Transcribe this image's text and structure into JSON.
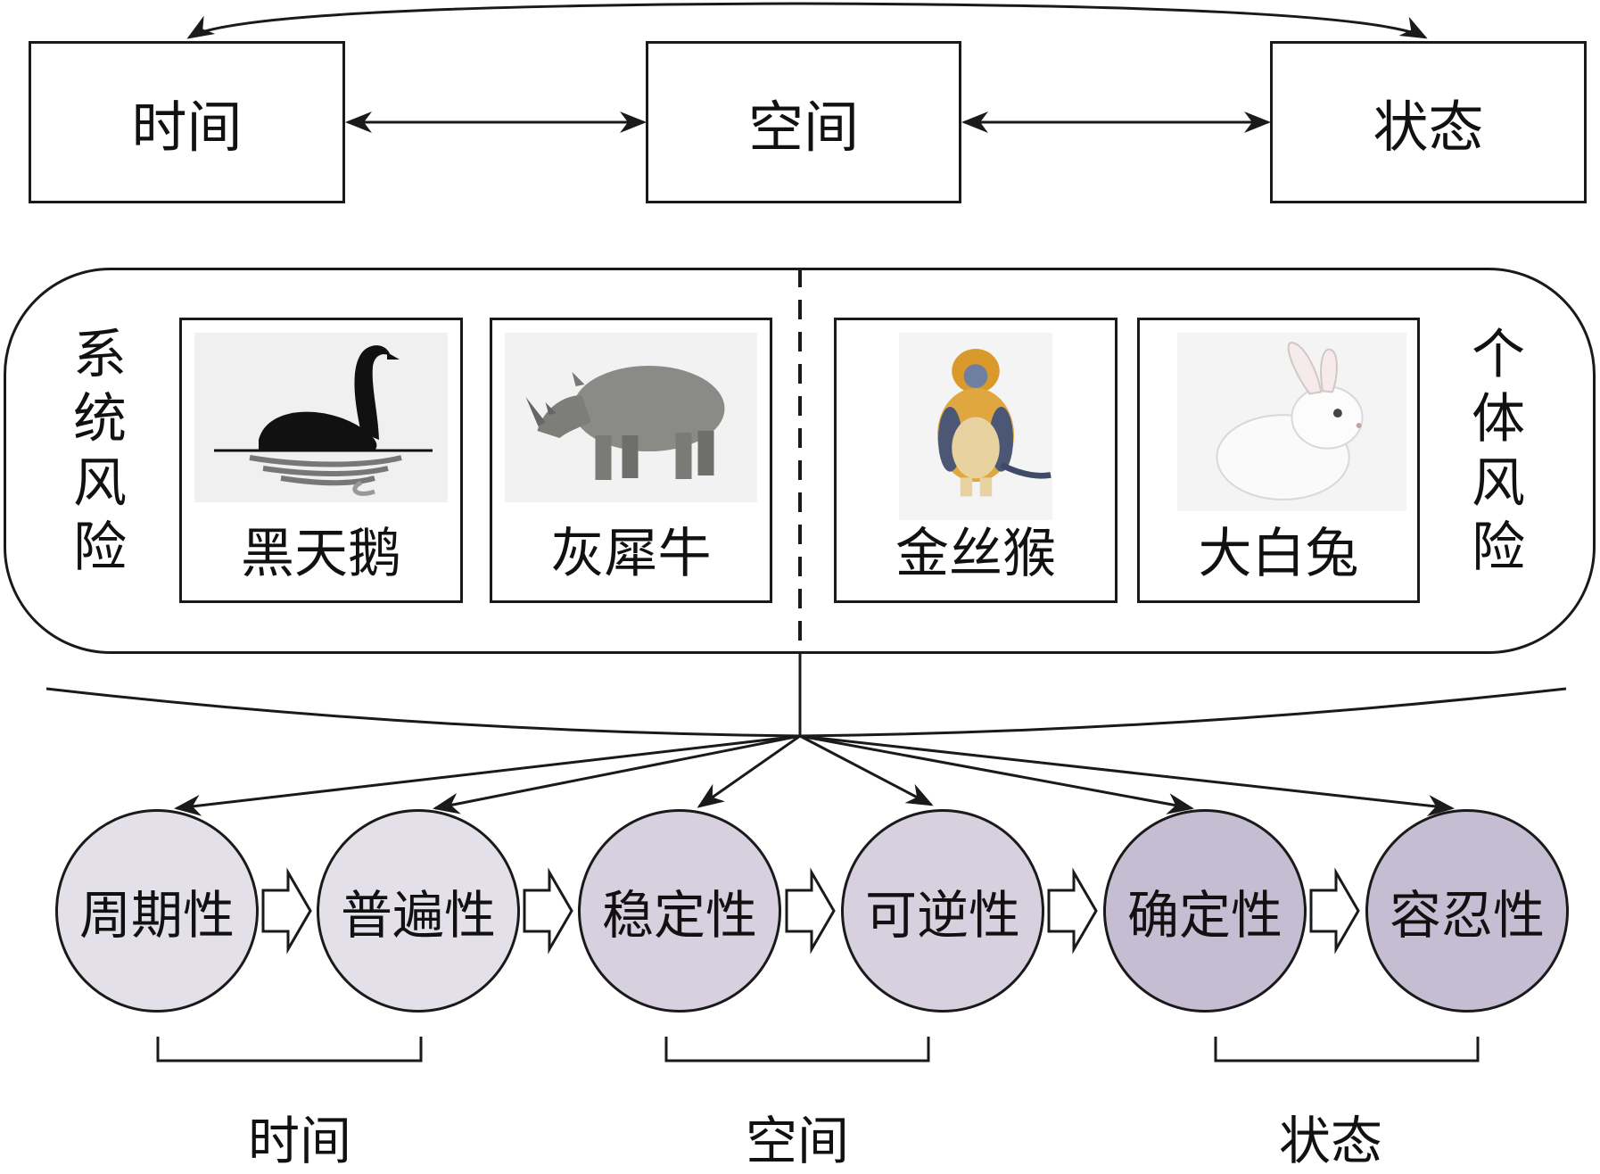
{
  "top_boxes": [
    "时间",
    "空间",
    "状态"
  ],
  "side_labels": {
    "left": "系统风险",
    "right": "个体风险"
  },
  "cards": [
    {
      "label": "黑天鹅",
      "icon": "black-swan-icon"
    },
    {
      "label": "灰犀牛",
      "icon": "grey-rhino-icon"
    },
    {
      "label": "金丝猴",
      "icon": "golden-monkey-icon"
    },
    {
      "label": "大白兔",
      "icon": "white-rabbit-icon"
    }
  ],
  "properties": [
    {
      "label": "周期性",
      "color": "#e4e0ea"
    },
    {
      "label": "普遍性",
      "color": "#e4e0ea"
    },
    {
      "label": "稳定性",
      "color": "#d6d0df"
    },
    {
      "label": "可逆性",
      "color": "#d6d0df"
    },
    {
      "label": "确定性",
      "color": "#c5bdd1"
    },
    {
      "label": "容忍性",
      "color": "#c5bdd1"
    }
  ],
  "groups": [
    "时间",
    "空间",
    "状态"
  ]
}
